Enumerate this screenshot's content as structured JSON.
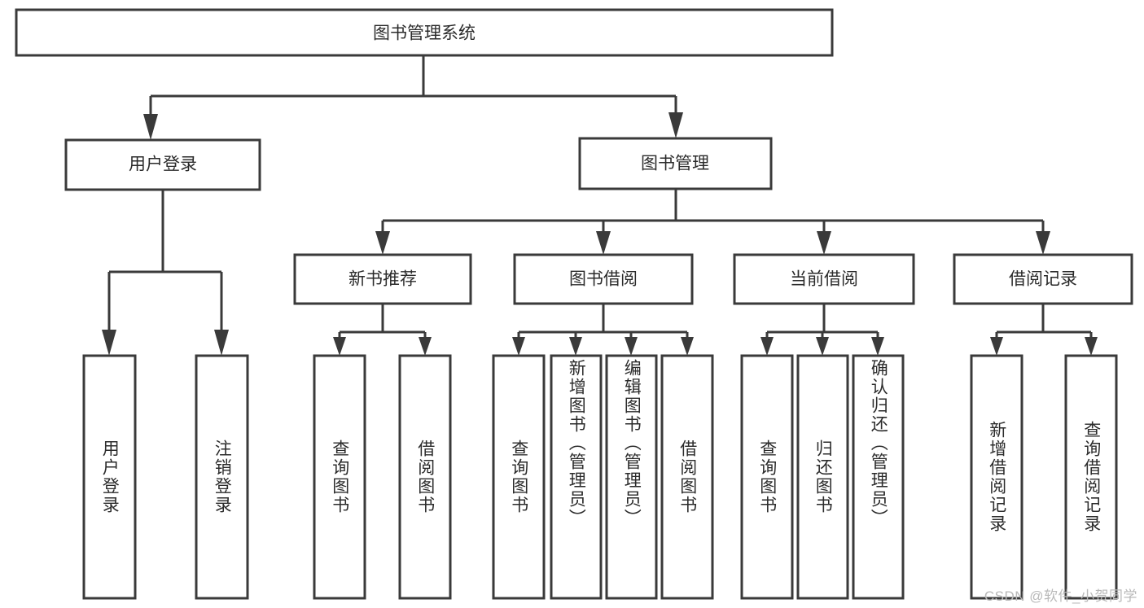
{
  "diagram": {
    "type": "tree-hierarchy-chart",
    "orientation": "top-down",
    "title": "图书管理系统",
    "background_color": "#ffffff",
    "line_color": "#3a3a3a",
    "box_fill": "#ffffff",
    "text_color": "#2b2b2b",
    "levels": 3
  },
  "root": {
    "label": "图书管理系统"
  },
  "level2": [
    {
      "label": "用户登录"
    },
    {
      "label": "图书管理"
    }
  ],
  "level3": [
    {
      "label": "新书推荐"
    },
    {
      "label": "图书借阅"
    },
    {
      "label": "当前借阅"
    },
    {
      "label": "借阅记录"
    }
  ],
  "leaves": {
    "user_login": [
      {
        "label": "用户登录"
      },
      {
        "label": "注销登录"
      }
    ],
    "new_book_recommend": [
      {
        "label": "查询图书"
      },
      {
        "label": "借阅图书"
      }
    ],
    "book_borrow": [
      {
        "label": "查询图书"
      },
      {
        "label": "新增图书（管理员）"
      },
      {
        "label": "编辑图书（管理员）"
      },
      {
        "label": "借阅图书"
      }
    ],
    "current_borrow": [
      {
        "label": "查询图书"
      },
      {
        "label": "归还图书"
      },
      {
        "label": "确认归还（管理员）"
      }
    ],
    "borrow_record": [
      {
        "label": "新增借阅记录"
      },
      {
        "label": "查询借阅记录"
      }
    ]
  },
  "watermark": {
    "text": "CSDN @软件_小贺同学",
    "color": "#b9b9b9"
  }
}
